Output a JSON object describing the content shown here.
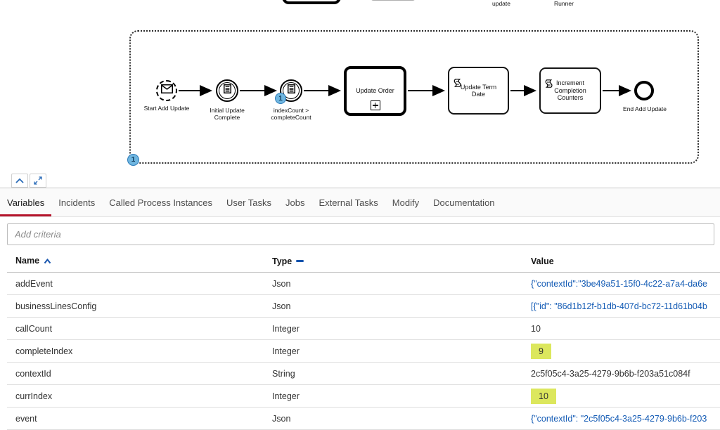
{
  "colors": {
    "accent_red": "#b5152b",
    "link_blue": "#155cb5",
    "highlight_yellow": "#dce75d",
    "badge_blue_fill": "#6fb6e0",
    "badge_blue_border": "#2e7cba"
  },
  "top_fragments": {
    "label_update": "update",
    "label_runner": "Runner"
  },
  "diagram": {
    "badge_subprocess": "1",
    "badge_event": "1",
    "start_label": "Start Add Update",
    "cond1_label": "Initial Update\nComplete",
    "cond2_label": "indexCount >\ncompleteCount",
    "task_update_order": "Update Order",
    "task_update_term": "Update Term\nDate",
    "task_increment": "Increment\nCompletion\nCounters",
    "end_label": "End Add Update"
  },
  "panel": {
    "tabs": [
      {
        "label": "Variables",
        "active": true
      },
      {
        "label": "Incidents",
        "active": false
      },
      {
        "label": "Called Process Instances",
        "active": false
      },
      {
        "label": "User Tasks",
        "active": false
      },
      {
        "label": "Jobs",
        "active": false
      },
      {
        "label": "External Tasks",
        "active": false
      },
      {
        "label": "Modify",
        "active": false
      },
      {
        "label": "Documentation",
        "active": false
      }
    ],
    "filter_placeholder": "Add criteria",
    "table": {
      "columns": [
        {
          "label": "Name",
          "sort": "asc"
        },
        {
          "label": "Type",
          "sort": "none"
        },
        {
          "label": "Value",
          "sort": null
        }
      ],
      "rows": [
        {
          "name": "addEvent",
          "type": "Json",
          "value": "{\"contextId\":\"3be49a51-15f0-4c22-a7a4-da6e",
          "style": "link"
        },
        {
          "name": "businessLinesConfig",
          "type": "Json",
          "value": "[{\"id\": \"86d1b12f-b1db-407d-bc72-11d61b04b",
          "style": "link"
        },
        {
          "name": "callCount",
          "type": "Integer",
          "value": "10",
          "style": "plain"
        },
        {
          "name": "completeIndex",
          "type": "Integer",
          "value": "9",
          "style": "highlight"
        },
        {
          "name": "contextId",
          "type": "String",
          "value": "2c5f05c4-3a25-4279-9b6b-f203a51c084f",
          "style": "plain"
        },
        {
          "name": "currIndex",
          "type": "Integer",
          "value": "10",
          "style": "highlight"
        },
        {
          "name": "event",
          "type": "Json",
          "value": "{\"contextId\": \"2c5f05c4-3a25-4279-9b6b-f203",
          "style": "link"
        }
      ]
    }
  }
}
